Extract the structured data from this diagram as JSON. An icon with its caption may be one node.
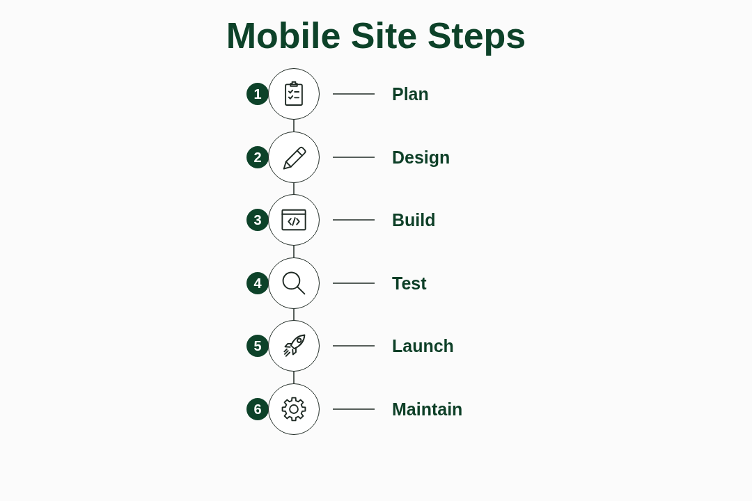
{
  "diagram": {
    "title": "Mobile Site Steps",
    "nodes": [
      {
        "text": [
          "1"
        ]
      },
      {
        "text": [],
        "shape": "circle"
      },
      {
        "text": [
          "Plan"
        ]
      },
      {
        "text": [
          "2"
        ]
      },
      {
        "text": [],
        "shape": "circle"
      },
      {
        "text": [
          "Design"
        ]
      },
      {
        "text": [
          "3"
        ]
      },
      {
        "text": [],
        "shape": "circle"
      },
      {
        "text": [
          "Build"
        ]
      },
      {
        "text": [
          "4"
        ]
      },
      {
        "text": [],
        "shape": "circle"
      },
      {
        "text": [
          "Test"
        ]
      },
      {
        "text": [
          "5"
        ]
      },
      {
        "text": [],
        "shape": "circle"
      },
      {
        "text": [
          "Launch"
        ]
      },
      {
        "text": [
          "6"
        ]
      },
      {
        "text": [],
        "shape": "circle"
      },
      {
        "text": [
          "Maintain"
        ]
      }
    ],
    "edges": [
      {
        "from": 1,
        "to": 2,
        "arrow": "none"
      },
      {
        "from": 1,
        "to": 4,
        "arrow": "none"
      },
      {
        "from": 4,
        "to": 5,
        "arrow": "none"
      },
      {
        "from": 4,
        "to": 7,
        "arrow": "none"
      },
      {
        "from": 7,
        "to": 8,
        "arrow": "none"
      },
      {
        "from": 7,
        "to": 10,
        "arrow": "none"
      },
      {
        "from": 10,
        "to": 11,
        "arrow": "none"
      },
      {
        "from": 10,
        "to": 13,
        "arrow": "none"
      },
      {
        "from": 13,
        "to": 14,
        "arrow": "none"
      },
      {
        "from": 13,
        "to": 16,
        "arrow": "none"
      },
      {
        "from": 16,
        "to": 17,
        "arrow": "none"
      }
    ]
  }
}
